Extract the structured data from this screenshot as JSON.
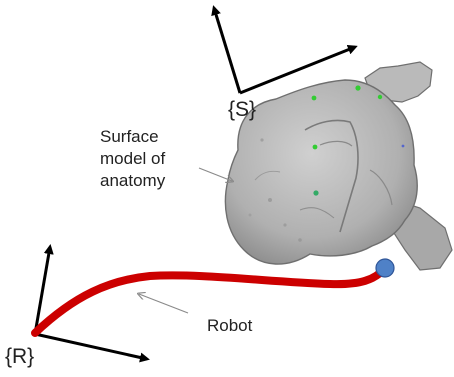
{
  "labels": {
    "frame_s": "{S}",
    "frame_r": "{R}",
    "surface_model": [
      "Surface",
      "model of",
      "anatomy"
    ],
    "robot": "Robot"
  },
  "colors": {
    "robot": "#cc0000",
    "robot_tip": "#4f81c7",
    "anatomy_fill": "#b5b5b5",
    "anatomy_stroke": "#6f6f6f",
    "axes": "#000000",
    "pointer": "#8a8a8a",
    "marker": "#33cc33"
  },
  "icons": [
    "frame-axes-icon",
    "anatomy-surface-model-icon",
    "robot-catheter-icon"
  ]
}
